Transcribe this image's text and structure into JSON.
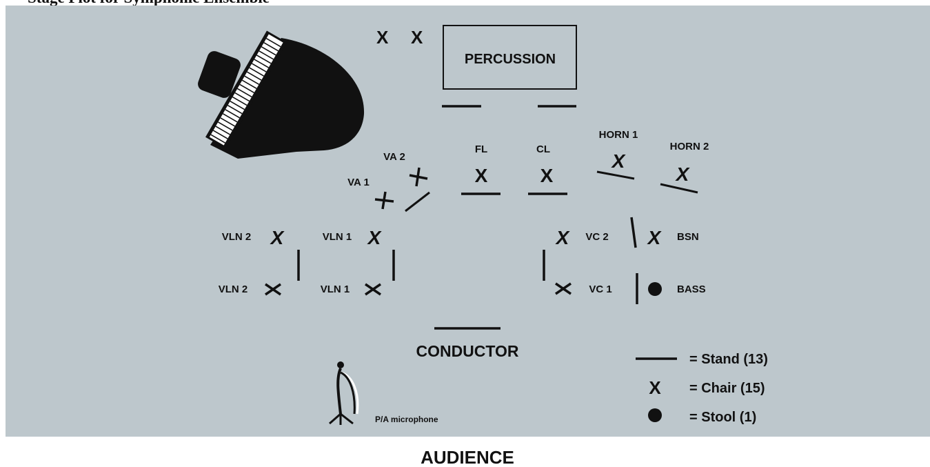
{
  "header_text": "Stage Plot for Symphonic Ensemble",
  "colors": {
    "stage": "#bdc7cc",
    "ink": "#111111",
    "paper": "#ffffff"
  },
  "percussion": {
    "label": "PERCUSSION"
  },
  "piano": {
    "icon": "grand-piano-icon"
  },
  "sections": {
    "va1": "VA 1",
    "va2": "VA 2",
    "fl": "FL",
    "cl": "CL",
    "horn1": "HORN 1",
    "horn2": "HORN 2",
    "vln2_back": "VLN 2",
    "vln1_back": "VLN 1",
    "vln2_front": "VLN 2",
    "vln1_front": "VLN 1",
    "vc2": "VC 2",
    "vc1": "VC 1",
    "bsn": "BSN",
    "bass": "BASS"
  },
  "conductor": {
    "label": "CONDUCTOR"
  },
  "microphone": {
    "label": "P/A microphone",
    "icon": "microphone-icon"
  },
  "legend": {
    "stand": "= Stand (13)",
    "chair": "= Chair (15)",
    "chair_symbol": "X",
    "stool": "= Stool (1)"
  },
  "chair_symbol": "X",
  "audience": {
    "label": "AUDIENCE"
  }
}
